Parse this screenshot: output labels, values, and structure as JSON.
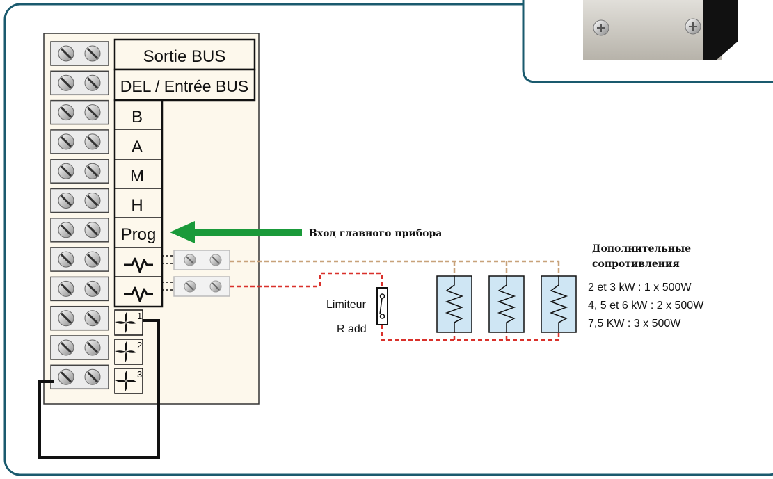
{
  "terminal_block": {
    "labels": [
      "Sortie BUS",
      "DEL / Entrée BUS",
      "B",
      "A",
      "M",
      "H",
      "Prog"
    ],
    "fan_levels": [
      "1",
      "2",
      "3"
    ]
  },
  "arrow_text": "Вход главного прибора",
  "limiter": {
    "label": "Limiteur",
    "sublabel": "R add"
  },
  "resistors": {
    "title_lines": [
      "Дополнительные",
      "сопротивления"
    ],
    "specs": [
      "2 et 3 kW : 1 x 500W",
      "4, 5 et 6 kW : 2 x 500W",
      "7,5 KW : 3 x 500W"
    ]
  },
  "colors": {
    "frame": "#1a5a6e",
    "panel": "#fdf8ec",
    "resistor_fill": "#cfe6f4",
    "arrow": "#1a9a3a",
    "wire_tan": "#c8a27a",
    "wire_red": "#d9312b"
  }
}
